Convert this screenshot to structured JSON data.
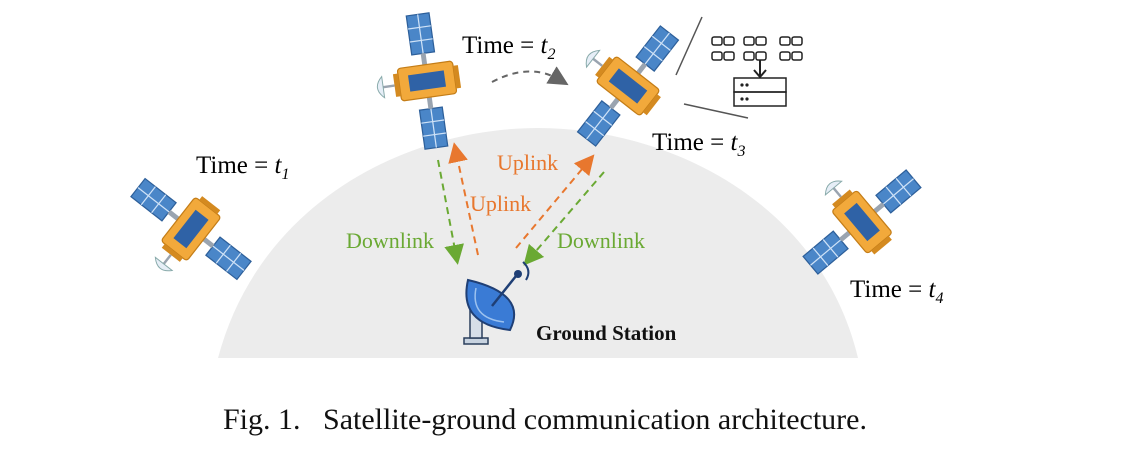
{
  "labels": {
    "t1": {
      "prefix": "Time = ",
      "var": "t",
      "sub": "1"
    },
    "t2": {
      "prefix": "Time = ",
      "var": "t",
      "sub": "2"
    },
    "t3": {
      "prefix": "Time = ",
      "var": "t",
      "sub": "3"
    },
    "t4": {
      "prefix": "Time = ",
      "var": "t",
      "sub": "4"
    }
  },
  "links": {
    "uplink_left": "Uplink",
    "uplink_right": "Uplink",
    "downlink_left": "Downlink",
    "downlink_right": "Downlink"
  },
  "ground_station": "Ground Station",
  "caption": {
    "fig": "Fig. 1.",
    "text": "Satellite-ground communication architecture."
  },
  "colors": {
    "uplink": "#e8772e",
    "downlink": "#6aa933",
    "earth": "#ececec",
    "panel": "#4a86c8",
    "body": "#f2a93b",
    "dish": "#3a7bd5"
  }
}
